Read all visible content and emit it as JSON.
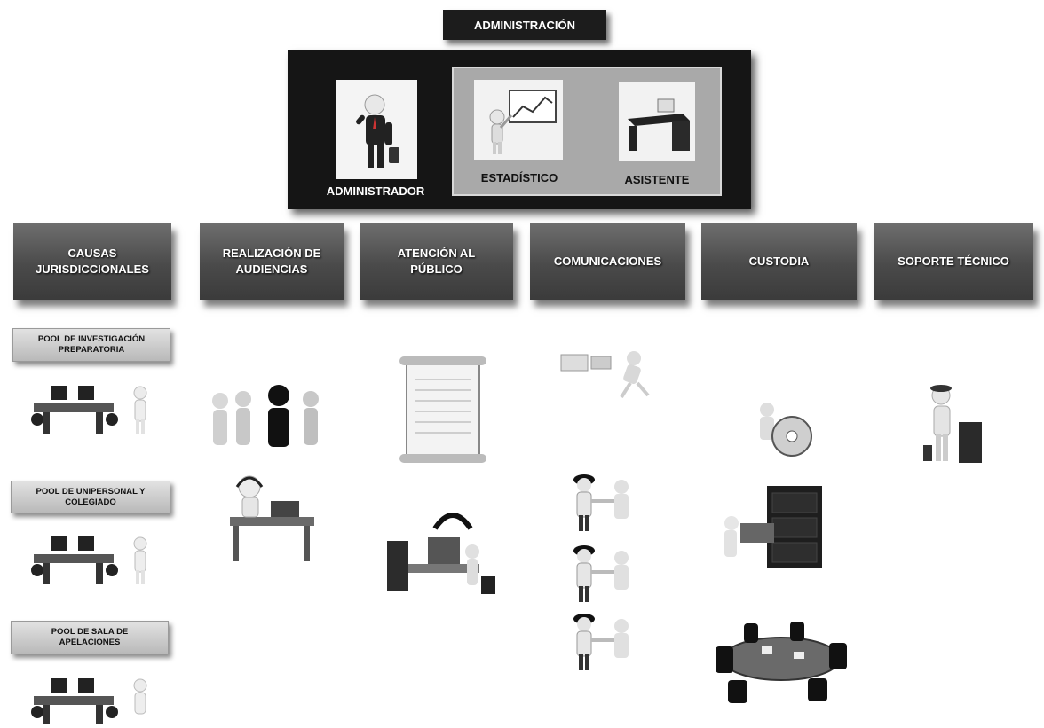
{
  "header": {
    "title": "ADMINISTRACIÓN"
  },
  "admin": {
    "administrador": "ADMINISTRADOR",
    "estadistico": "ESTADÍSTICO",
    "asistente": "ASISTENTE"
  },
  "departments": [
    {
      "label": "CAUSAS\nJURISDICCIONALES"
    },
    {
      "label": "REALIZACIÓN DE\nAUDIENCIAS"
    },
    {
      "label": "ATENCIÓN AL\nPÚBLICO"
    },
    {
      "label": "COMUNICACIONES"
    },
    {
      "label": "CUSTODIA"
    },
    {
      "label": "SOPORTE TÉCNICO"
    }
  ],
  "pools": [
    {
      "label": "POOL DE INVESTIGACIÓN\nPREPARATORIA"
    },
    {
      "label": "POOL DE UNIPERSONAL Y\nCOLEGIADO"
    },
    {
      "label": "POOL DE SALA DE\nAPELACIONES"
    }
  ],
  "icons": [
    "administrator-figure-icon",
    "statistics-figure-icon",
    "assistant-desk-icon",
    "office-workstation-icon",
    "figure-group-icon",
    "scroll-document-icon",
    "mail-runner-icon",
    "cd-figure-icon",
    "server-figure-icon",
    "call-center-desk-icon",
    "headset-desk-icon",
    "handshake-figures-icon",
    "filing-cabinet-icon",
    "meeting-table-icon"
  ],
  "colors": {
    "dark_panel": "#151515",
    "dept_box": "#4a4a4a",
    "pool_box": "#c8c8c8"
  }
}
